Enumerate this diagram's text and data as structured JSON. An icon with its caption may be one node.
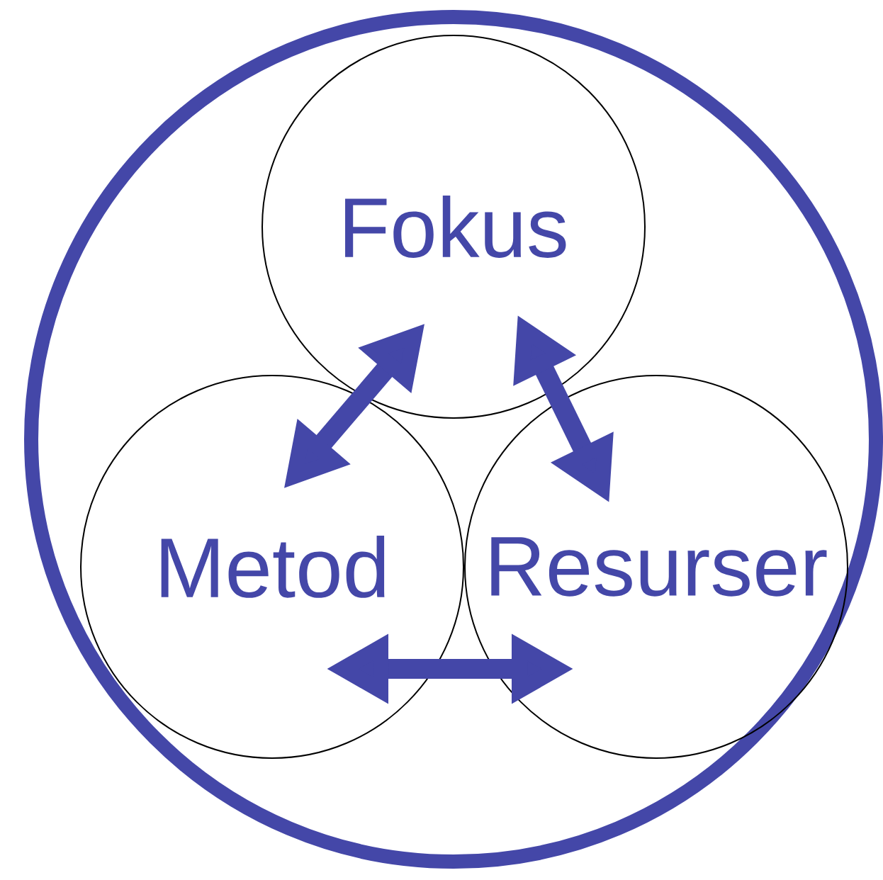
{
  "diagram": {
    "nodes": [
      {
        "text": [],
        "shape": "circle"
      },
      {
        "text": [
          "Fokus"
        ],
        "in": 0
      },
      {
        "text": [
          "Metod"
        ],
        "in": 0
      },
      {
        "text": [
          "Resurser"
        ],
        "in": 0
      }
    ],
    "edges": [
      {
        "from": 1,
        "to": 2,
        "arrow": "both"
      },
      {
        "from": 1,
        "to": 3,
        "arrow": "both"
      },
      {
        "from": 2,
        "to": 3,
        "arrow": "both"
      }
    ]
  }
}
